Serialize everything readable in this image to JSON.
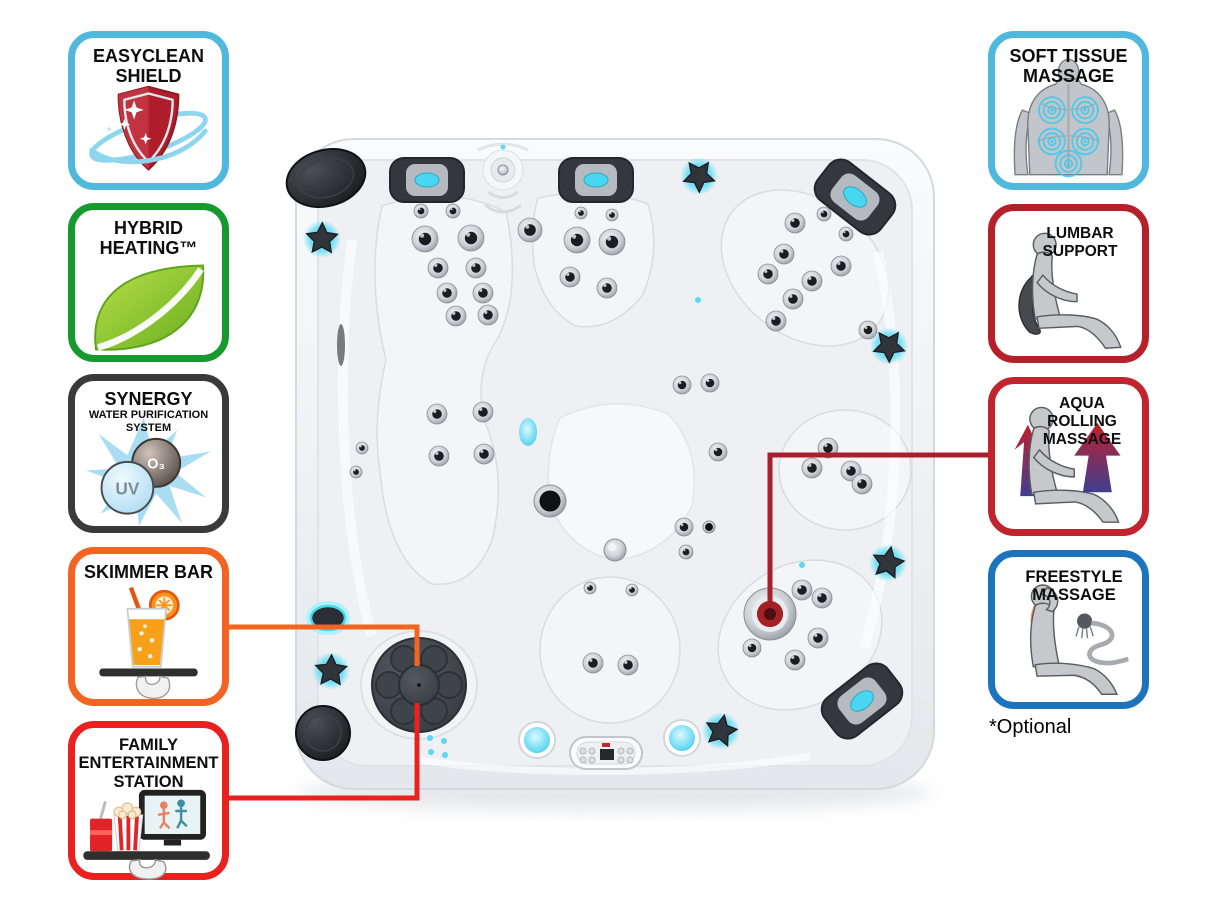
{
  "page": {
    "optional_note": "*Optional",
    "background_color": "#ffffff"
  },
  "badges": {
    "left": [
      {
        "id": "easyclean-shield",
        "title": "EASYCLEAN\nSHIELD",
        "border_color": "#4fb8dc",
        "icon": "shield-swoosh-icon"
      },
      {
        "id": "hybrid-heating",
        "title": "HYBRID\nHEATING™",
        "border_color": "#169a2f",
        "icon": "leaf-icon"
      },
      {
        "id": "synergy-water-purification",
        "title": "SYNERGY",
        "subtitle": "WATER PURIFICATION\nSYSTEM",
        "border_color": "#3a3a3a",
        "icon": "uv-ozone-splash-icon",
        "icon_labels": {
          "uv": "UV",
          "ozone": "O₃"
        }
      },
      {
        "id": "skimmer-bar",
        "title": "SKIMMER BAR",
        "border_color": "#f26422",
        "icon": "drink-tray-icon"
      },
      {
        "id": "family-entertainment-station",
        "title": "FAMILY\nENTERTAINMENT\nSTATION",
        "border_color": "#e9221f",
        "icon": "entertainment-tray-icon"
      }
    ],
    "right": [
      {
        "id": "soft-tissue-massage",
        "title": "SOFT TISSUE\nMASSAGE",
        "border_color": "#4fb8dc",
        "icon": "back-massage-icon"
      },
      {
        "id": "lumbar-support",
        "title": "LUMBAR\nSUPPORT",
        "border_color": "#b6202a",
        "icon": "seated-lumbar-icon"
      },
      {
        "id": "aqua-rolling-massage",
        "title": "AQUA\nROLLING\nMASSAGE",
        "border_color": "#c1242f",
        "icon": "rolling-massage-arrow-icon"
      },
      {
        "id": "freestyle-massage",
        "title": "FREESTYLE\nMASSAGE",
        "border_color": "#1c75bc",
        "icon": "hose-massage-icon"
      }
    ]
  },
  "connectors": {
    "skimmer_bar": {
      "color": "#f26422"
    },
    "family_entertainment": {
      "color": "#e9221f"
    },
    "aqua_rolling": {
      "color": "#a8202c"
    }
  },
  "hot_tub": {
    "shell_color": "#f1f3f5",
    "headrest_color": "#34383e",
    "accent_glow_color": "#49d6f1"
  }
}
